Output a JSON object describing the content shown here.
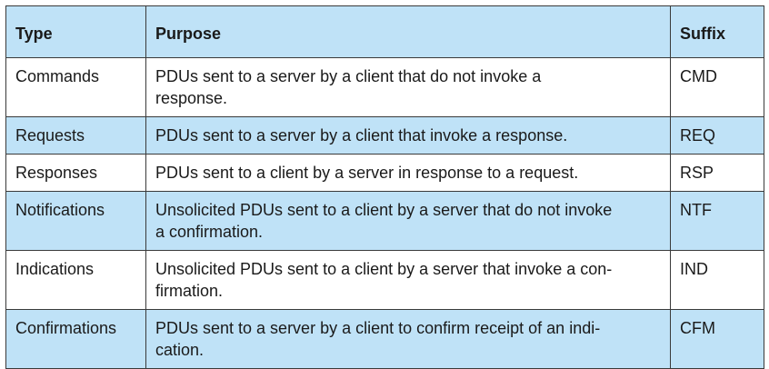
{
  "header": {
    "type": "Type",
    "purpose": "Purpose",
    "suffix": "Suffix"
  },
  "rows": [
    {
      "type": "Commands",
      "purpose": "PDUs sent to a server by a client that do not invoke a response.",
      "suffix": "CMD",
      "shade": "white"
    },
    {
      "type": "Requests",
      "purpose": "PDUs sent to a server by a client that invoke a response.",
      "suffix": "REQ",
      "shade": "blue"
    },
    {
      "type": "Responses",
      "purpose": "PDUs sent to a client by a server in response to a request.",
      "suffix": "RSP",
      "shade": "white"
    },
    {
      "type": "Notifications",
      "purpose": "Unsolicited PDUs sent to a client by a server that do not invoke a confirmation.",
      "suffix": "NTF",
      "shade": "blue"
    },
    {
      "type": "Indications",
      "purpose": "Unsolicited PDUs sent to a client by a server that invoke a con-firmation.",
      "suffix": "IND",
      "shade": "white"
    },
    {
      "type": "Confirmations",
      "purpose": "PDUs sent to a server by a client to confirm receipt of an indi-cation.",
      "suffix": "CFM",
      "shade": "blue"
    }
  ],
  "colors": {
    "header_bg": "#bfe2f7",
    "alt_row_bg": "#bfe2f7",
    "border": "#3a3a3a"
  }
}
